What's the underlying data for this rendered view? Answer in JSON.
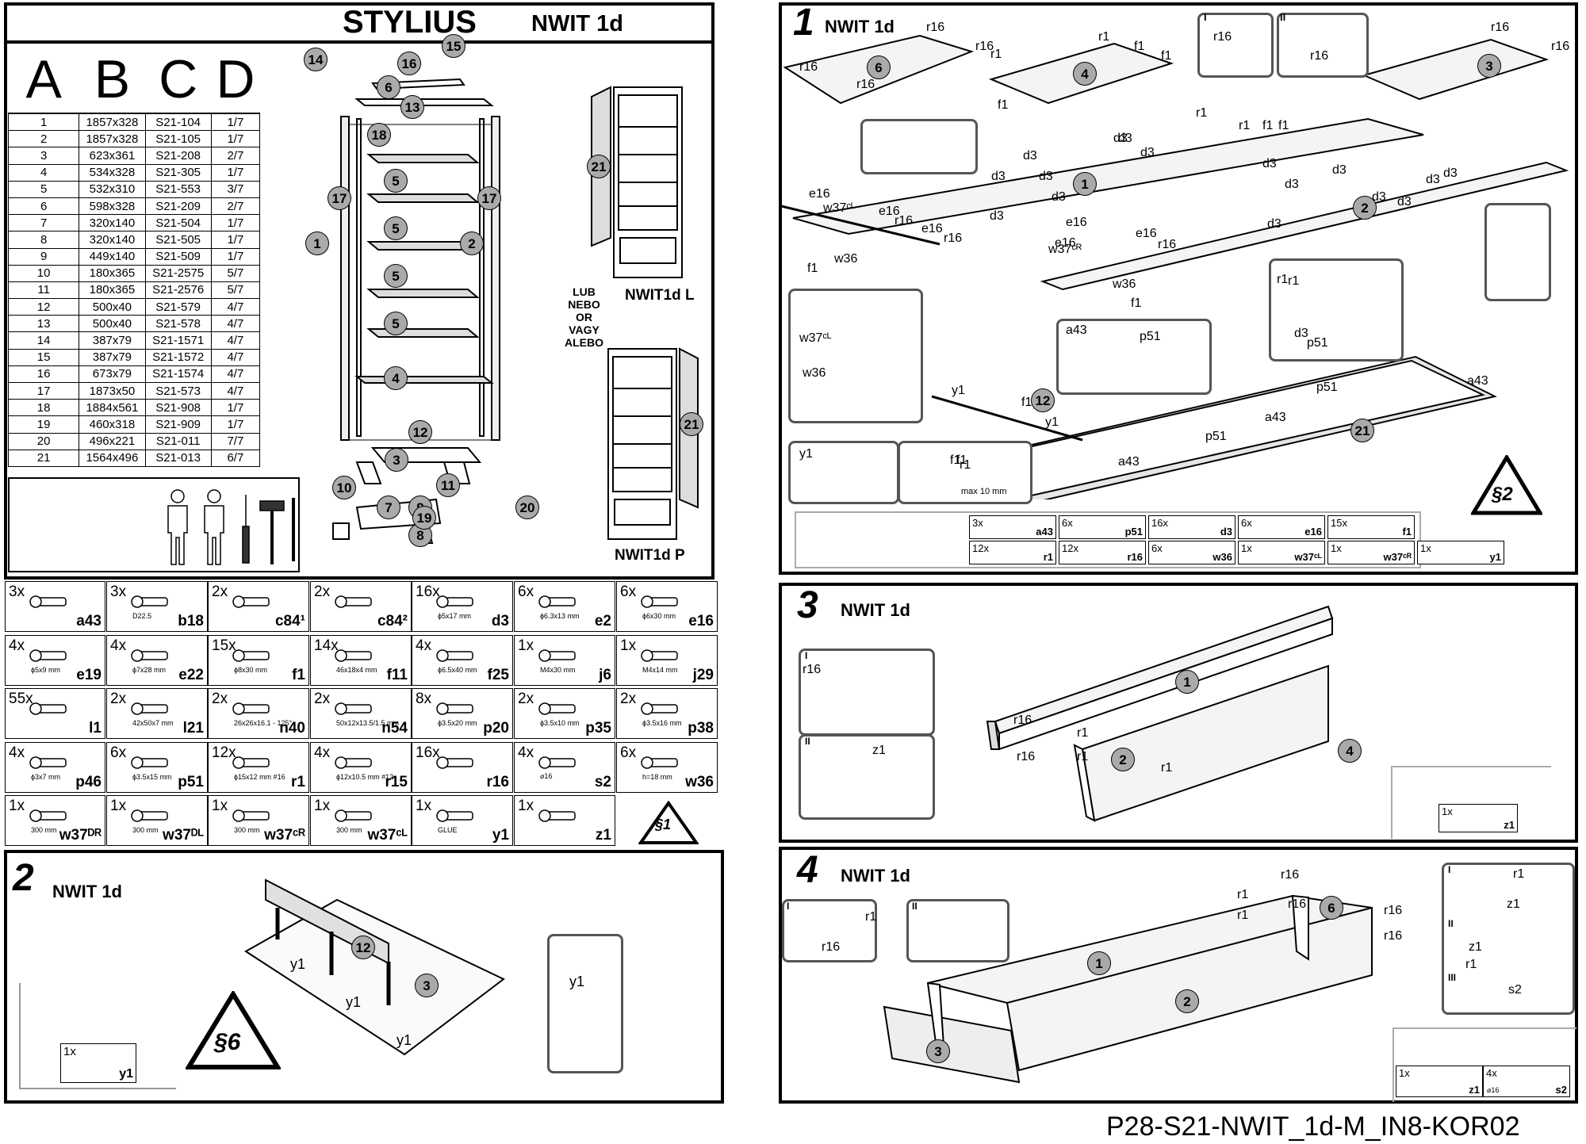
{
  "header": {
    "product": "STYLIUS",
    "model": "NWIT 1d"
  },
  "parts_table": {
    "columns": [
      "A",
      "B",
      "C",
      "D"
    ],
    "rows": [
      [
        "1",
        "1857x328",
        "S21-104",
        "1/7"
      ],
      [
        "2",
        "1857x328",
        "S21-105",
        "1/7"
      ],
      [
        "3",
        "623x361",
        "S21-208",
        "2/7"
      ],
      [
        "4",
        "534x328",
        "S21-305",
        "1/7"
      ],
      [
        "5",
        "532x310",
        "S21-553",
        "3/7"
      ],
      [
        "6",
        "598x328",
        "S21-209",
        "2/7"
      ],
      [
        "7",
        "320x140",
        "S21-504",
        "1/7"
      ],
      [
        "8",
        "320x140",
        "S21-505",
        "1/7"
      ],
      [
        "9",
        "449x140",
        "S21-509",
        "1/7"
      ],
      [
        "10",
        "180x365",
        "S21-2575",
        "5/7"
      ],
      [
        "11",
        "180x365",
        "S21-2576",
        "5/7"
      ],
      [
        "12",
        "500x40",
        "S21-579",
        "4/7"
      ],
      [
        "13",
        "500x40",
        "S21-578",
        "4/7"
      ],
      [
        "14",
        "387x79",
        "S21-1571",
        "4/7"
      ],
      [
        "15",
        "387x79",
        "S21-1572",
        "4/7"
      ],
      [
        "16",
        "673x79",
        "S21-1574",
        "4/7"
      ],
      [
        "17",
        "1873x50",
        "S21-573",
        "4/7"
      ],
      [
        "18",
        "1884x561",
        "S21-908",
        "1/7"
      ],
      [
        "19",
        "460x318",
        "S21-909",
        "1/7"
      ],
      [
        "20",
        "496x221",
        "S21-011",
        "7/7"
      ],
      [
        "21",
        "1564x496",
        "S21-013",
        "6/7"
      ]
    ]
  },
  "exploded_labels": [
    "14",
    "16",
    "15",
    "6",
    "13",
    "18",
    "17",
    "1",
    "5",
    "5",
    "5",
    "5",
    "4",
    "12",
    "3",
    "10",
    "11",
    "7",
    "9",
    "8",
    "19",
    "20",
    "2",
    "17"
  ],
  "variants": {
    "left_label": "NWIT1d L",
    "right_label": "NWIT1d P",
    "alt_lines": [
      "LUB",
      "NEBO",
      "OR",
      "VAGY",
      "ALEBO"
    ],
    "door_part": "21"
  },
  "hardware": [
    {
      "q": "3x",
      "c": "a43",
      "s": ""
    },
    {
      "q": "3x",
      "c": "b18",
      "s": "D22.5"
    },
    {
      "q": "2x",
      "c": "c84¹",
      "s": ""
    },
    {
      "q": "2x",
      "c": "c84²",
      "s": ""
    },
    {
      "q": "16x",
      "c": "d3",
      "s": "ϕ5x17 mm"
    },
    {
      "q": "6x",
      "c": "e2",
      "s": "ϕ6.3x13 mm"
    },
    {
      "q": "6x",
      "c": "e16",
      "s": "ϕ6x30 mm"
    },
    {
      "q": "4x",
      "c": "e19",
      "s": "ϕ5x9 mm"
    },
    {
      "q": "4x",
      "c": "e22",
      "s": "ϕ7x28 mm"
    },
    {
      "q": "15x",
      "c": "f1",
      "s": "ϕ8x30 mm"
    },
    {
      "q": "14x",
      "c": "f11",
      "s": "46x18x4 mm"
    },
    {
      "q": "4x",
      "c": "f25",
      "s": "ϕ6.5x40 mm"
    },
    {
      "q": "1x",
      "c": "j6",
      "s": "M4x30 mm"
    },
    {
      "q": "1x",
      "c": "j29",
      "s": "M4x14 mm"
    },
    {
      "q": "55x",
      "c": "l1",
      "s": ""
    },
    {
      "q": "2x",
      "c": "l21",
      "s": "42x50x7 mm"
    },
    {
      "q": "2x",
      "c": "n40",
      "s": "26x26x16.1 - 125°"
    },
    {
      "q": "2x",
      "c": "n54",
      "s": "50x12x13.5/1.5 mm"
    },
    {
      "q": "8x",
      "c": "p20",
      "s": "ϕ3.5x20 mm"
    },
    {
      "q": "2x",
      "c": "p35",
      "s": "ϕ3.5x10 mm"
    },
    {
      "q": "2x",
      "c": "p38",
      "s": "ϕ3.5x16 mm"
    },
    {
      "q": "4x",
      "c": "p46",
      "s": "ϕ3x7 mm"
    },
    {
      "q": "6x",
      "c": "p51",
      "s": "ϕ3.5x15 mm"
    },
    {
      "q": "12x",
      "c": "r1",
      "s": "ϕ15x12 mm #16"
    },
    {
      "q": "4x",
      "c": "r15",
      "s": "ϕ12x10.5 mm #12"
    },
    {
      "q": "16x",
      "c": "r16",
      "s": ""
    },
    {
      "q": "4x",
      "c": "s2",
      "s": "⌀16"
    },
    {
      "q": "6x",
      "c": "w36",
      "s": "h=18 mm"
    },
    {
      "q": "1x",
      "c": "w37ᴰᴿ",
      "s": "300 mm"
    },
    {
      "q": "1x",
      "c": "w37ᴰᴸ",
      "s": "300 mm"
    },
    {
      "q": "1x",
      "c": "w37ᶜᴿ",
      "s": "300 mm"
    },
    {
      "q": "1x",
      "c": "w37ᶜᴸ",
      "s": "300 mm"
    },
    {
      "q": "1x",
      "c": "y1",
      "s": "GLUE"
    },
    {
      "q": "1x",
      "c": "z1",
      "s": ""
    }
  ],
  "section_badge_1": "§1",
  "step2": {
    "num": "2",
    "label": "NWIT 1d",
    "badge": "§6",
    "part": "3",
    "rail": "12",
    "callouts": [
      "y1",
      "y1",
      "y1",
      "y1"
    ],
    "glue_q": "1x",
    "glue_c": "y1"
  },
  "step1": {
    "num": "1",
    "label": "NWIT 1d",
    "badge": "§2",
    "labels": [
      "r16",
      "r16",
      "r16",
      "r16",
      "r16",
      "r16",
      "r16",
      "r16",
      "r1",
      "f1",
      "f1",
      "r1",
      "f1",
      "r1",
      "r1",
      "f1",
      "f1",
      "d3",
      "d3",
      "d3",
      "d3",
      "d3",
      "d3",
      "d3",
      "d3",
      "d3",
      "d3",
      "d3",
      "d3",
      "d3",
      "d3",
      "d3",
      "d3",
      "e16",
      "w37ᶜᴸ",
      "e16",
      "r16",
      "e16",
      "r16",
      "e16",
      "e16",
      "w37ᶜᴿ",
      "e16",
      "r16",
      "w36",
      "w36",
      "f1",
      "f1",
      "a43",
      "p51",
      "p51",
      "a43",
      "p51",
      "a43",
      "p51",
      "a43",
      "y1",
      "y1",
      "f1",
      "f1",
      "r1",
      "r1",
      "d3",
      "e16",
      "w37ᶜᴸ",
      "w36",
      "y1",
      "f1",
      "r1"
    ],
    "parts": [
      "6",
      "4",
      "3",
      "1",
      "2",
      "12",
      "21"
    ],
    "roman": [
      "I",
      "II"
    ],
    "note": "max 10 mm",
    "strip": [
      {
        "q": "3x",
        "c": "a43"
      },
      {
        "q": "6x",
        "c": "p51"
      },
      {
        "q": "16x",
        "c": "d3"
      },
      {
        "q": "6x",
        "c": "e16"
      },
      {
        "q": "15x",
        "c": "f1"
      },
      {
        "q": "12x",
        "c": "r1"
      },
      {
        "q": "12x",
        "c": "r16"
      },
      {
        "q": "6x",
        "c": "w36"
      },
      {
        "q": "1x",
        "c": "w37ᶜᴸ"
      },
      {
        "q": "1x",
        "c": "w37ᶜᴿ"
      },
      {
        "q": "1x",
        "c": "y1"
      }
    ]
  },
  "step3": {
    "num": "3",
    "label": "NWIT 1d",
    "parts": [
      "1",
      "4",
      "2"
    ],
    "labels": [
      "r16",
      "r16",
      "r1",
      "r1",
      "r16",
      "r1",
      "z1"
    ],
    "roman": [
      "I",
      "II"
    ],
    "tool_q": "1x",
    "tool_c": "z1"
  },
  "step4": {
    "num": "4",
    "label": "NWIT 1d",
    "parts": [
      "6",
      "1",
      "2",
      "3"
    ],
    "labels": [
      "r16",
      "r1",
      "r1",
      "r16",
      "r16",
      "r16",
      "r1",
      "r16",
      "r1",
      "z1",
      "r1",
      "z1",
      "s2"
    ],
    "roman": [
      "I",
      "II",
      "I",
      "II",
      "III"
    ],
    "tool_q1": "1x",
    "tool_c1": "z1",
    "tool_q2": "4x",
    "tool_c2": "s2",
    "tool_s2": "⌀16"
  },
  "footer": {
    "code": "P28-S21-NWIT_1d-M_IN8-KOR02"
  }
}
